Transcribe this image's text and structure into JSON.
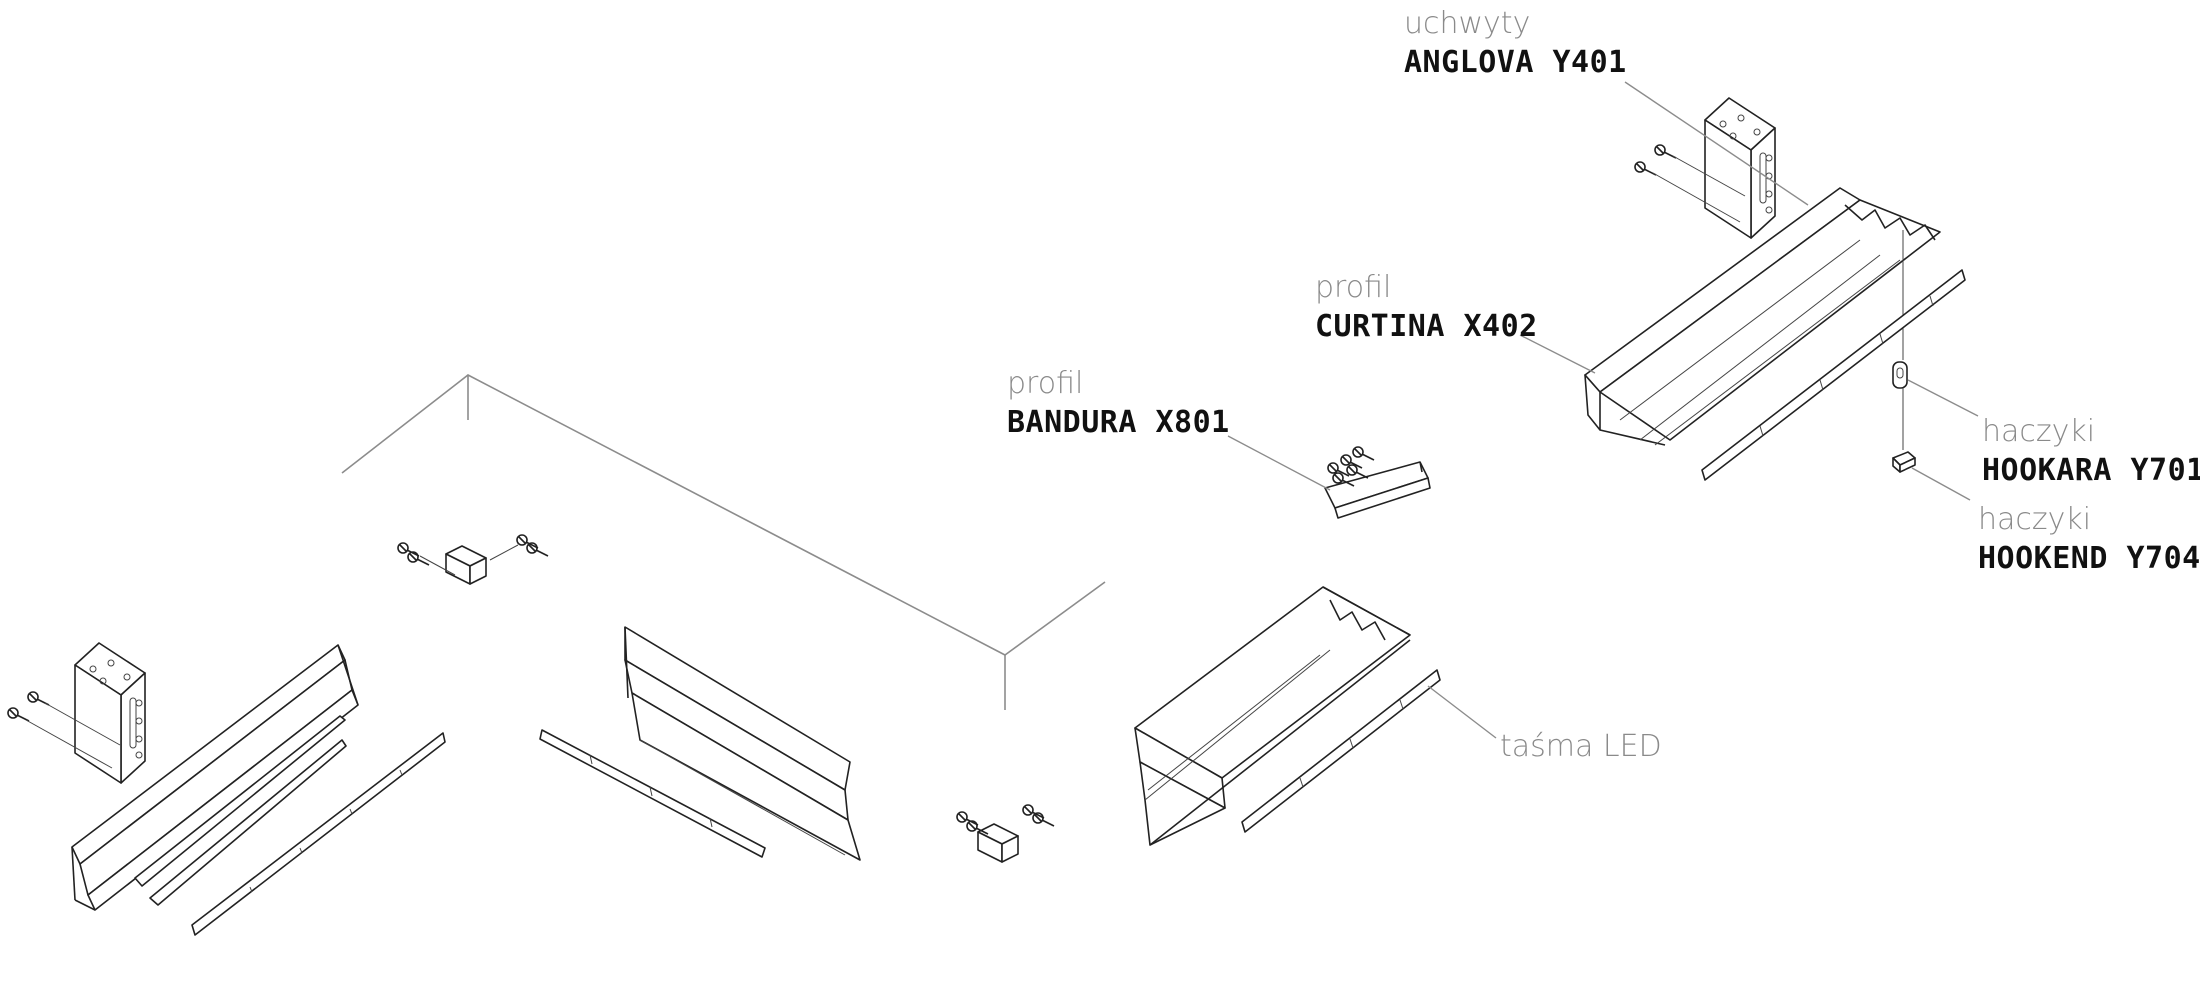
{
  "callouts": {
    "anglova": {
      "category": "uchwyty",
      "name": "ANGLOVA Y401"
    },
    "curtina": {
      "category": "profil",
      "name": "CURTINA X402"
    },
    "bandura": {
      "category": "profil",
      "name": "BANDURA X801"
    },
    "hookara": {
      "category": "haczyki",
      "name": "HOOKARA Y701"
    },
    "hookend": {
      "category": "haczyki",
      "name": "HOOKEND Y704"
    },
    "led": {
      "category": "taśma LED"
    }
  },
  "colors": {
    "line": "#222222",
    "leader": "#8c8c8c",
    "label_gray": "#8a8a8a",
    "label_dark": "#111111"
  }
}
